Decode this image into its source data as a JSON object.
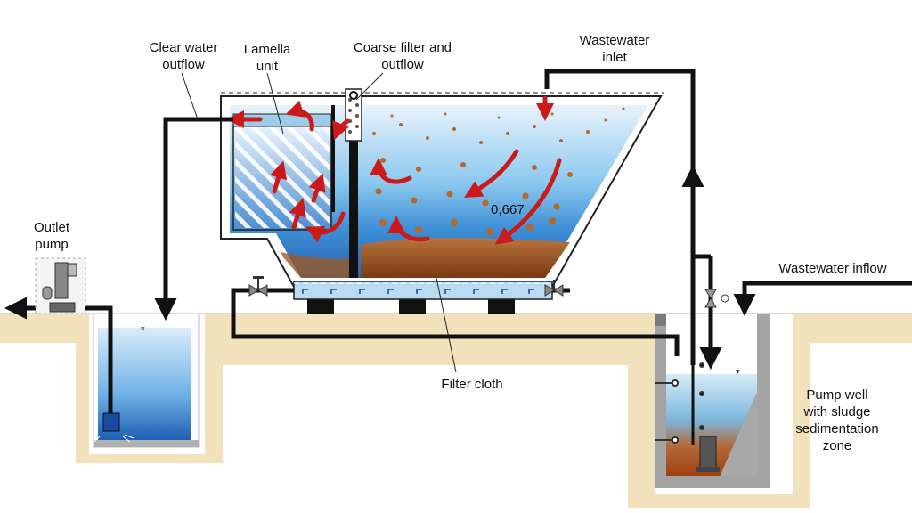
{
  "labels": {
    "clear_water_outflow": [
      "Clear water",
      "outflow"
    ],
    "lamella_unit": [
      "Lamella",
      "unit"
    ],
    "coarse_filter": [
      "Coarse filter and",
      "outflow"
    ],
    "wastewater_inlet": [
      "Wastewater",
      "inlet"
    ],
    "outlet_pump": [
      "Outlet",
      "pump"
    ],
    "wastewater_inflow": "Wastewater inflow",
    "filter_cloth": "Filter cloth",
    "pump_well": [
      "Pump well",
      "with sludge",
      "sedimentation",
      "zone"
    ],
    "tank_value": "0,667"
  },
  "colors": {
    "water_top": "#cfe6f7",
    "water_mid": "#6fb6e6",
    "water_deep": "#2a6cb8",
    "sludge": "#c05a1c",
    "ground": "#f2e2bb",
    "pipe": "#111111",
    "flow_arrow": "#cc1a1a"
  },
  "icons": [
    "outlet-pump-icon",
    "valve-icon",
    "submersible-pump-icon",
    "flow-arrow-icon"
  ]
}
